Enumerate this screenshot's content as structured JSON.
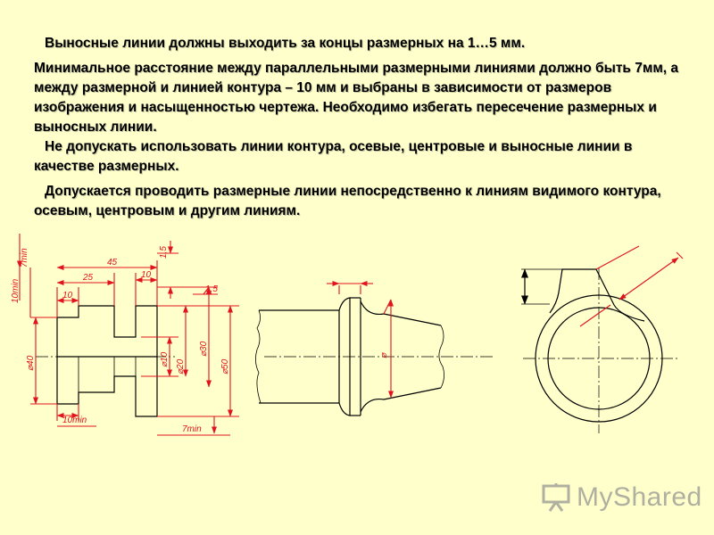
{
  "text": {
    "p1": "Выносные линии должны выходить за концы размерных на 1…5 мм.",
    "p2": "Минимальное расстояние между параллельными размерными линиями должно быть 7мм, а между размерной и линией контура – 10 мм и выбраны в зависимости от размеров изображения и насыщенностью чертежа.  Необходимо избегать пересечение размерных и выносных линии.",
    "p3": "Не допускать использовать линии контура, осевые, центровые и выносные линии в качестве размерных.",
    "p4": "Допускается проводить размерные линии непосредственно к линиям видимого контура, осевым, центровым и другим линиям."
  },
  "drawing": {
    "labels": {
      "d45": "45",
      "d25": "25",
      "d10a": "10",
      "d10b": "10",
      "d15a": "1,5",
      "d15b": "1,5",
      "min7a": "7min",
      "min10a": "10min",
      "min10b": "10min",
      "min7b": "7min",
      "dia40": "⌀40",
      "dia10": "⌀10",
      "dia20": "⌀20",
      "dia30": "⌀30",
      "dia50": "⌀50",
      "phi": "⌀"
    },
    "colors": {
      "dimension": "#e0141e",
      "outline": "#000000",
      "background": "#ffffcc"
    }
  },
  "logo": {
    "text": "MyShared",
    "icon": "presentation-board-icon"
  }
}
